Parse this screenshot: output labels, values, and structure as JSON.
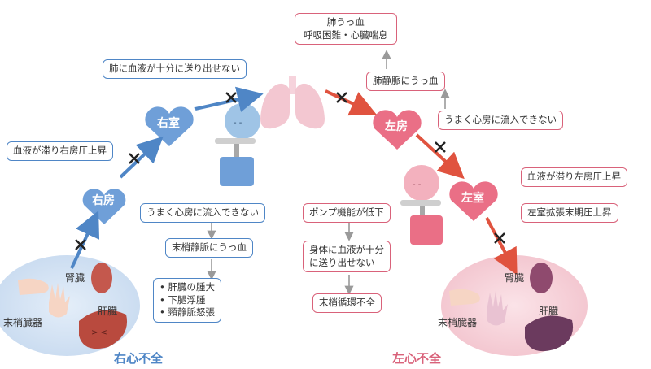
{
  "colors": {
    "right_accent": "#4f86c6",
    "left_accent": "#d9627a",
    "right_heart": "#6f9fd8",
    "left_heart": "#ea6f86",
    "arrow_red": "#e0533f"
  },
  "right": {
    "title": "右心不全",
    "hearts": {
      "ra": "右房",
      "rv": "右室"
    },
    "organs": {
      "kidney": "腎臓",
      "liver": "肝臓",
      "periphery": "末梢臓器"
    },
    "boxes": {
      "lung_outflow": "肺に血液が十分に送り出せない",
      "ra_pressure": "血液が滞り右房圧上昇",
      "inflow": "うまく心房に流入できない",
      "venous": "末梢静脈にうっ血",
      "symptoms": [
        "肝臓の腫大",
        "下腿浮腫",
        "頸静脈怒張"
      ]
    }
  },
  "left": {
    "title": "左心不全",
    "hearts": {
      "la": "左房",
      "lv": "左室"
    },
    "organs": {
      "kidney": "腎臓",
      "liver": "肝臓",
      "periphery": "末梢臓器"
    },
    "boxes": {
      "lung_congestion_1": "肺うっ血",
      "lung_congestion_2": "呼吸困難・心臓喘息",
      "pulm_vein": "肺静脈にうっ血",
      "inflow": "うまく心房に流入できない",
      "la_pressure": "血液が滞り左房圧上昇",
      "lvedp": "左室拡張末期圧上昇",
      "pump": "ポンプ機能が低下",
      "body_outflow_1": "身体に血液が十分",
      "body_outflow_2": "に送り出せない",
      "peripheral": "末梢循環不全"
    }
  }
}
